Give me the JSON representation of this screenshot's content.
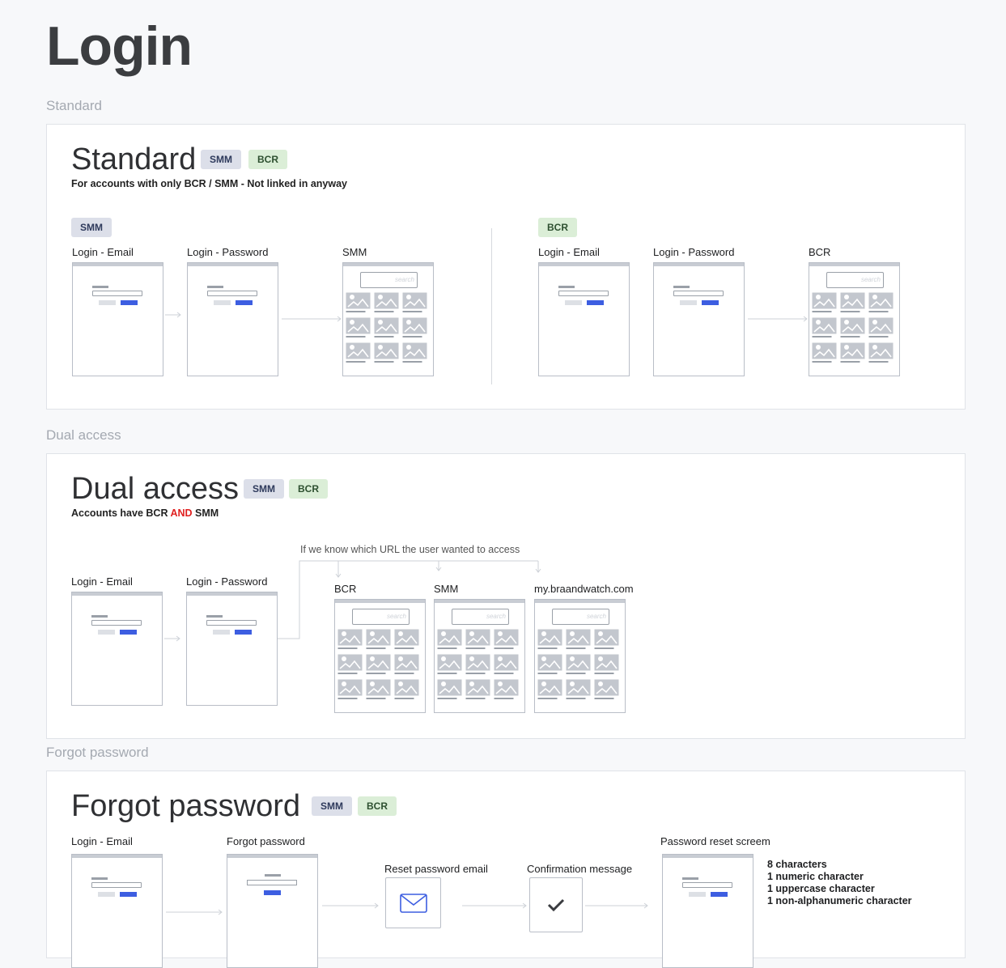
{
  "page": {
    "title": "Login"
  },
  "sections": {
    "standard_label": "Standard",
    "dual_label": "Dual access",
    "forgot_label": "Forgot password"
  },
  "badges": {
    "smm": "SMM",
    "bcr": "BCR"
  },
  "standard": {
    "title": "Standard",
    "subtitle": "For accounts with only BCR / SMM - Not linked in anyway",
    "left": {
      "badge": "SMM",
      "steps": [
        "Login - Email",
        "Login - Password",
        "SMM"
      ]
    },
    "right": {
      "badge": "BCR",
      "steps": [
        "Login - Email",
        "Login - Password",
        "BCR"
      ]
    }
  },
  "dual": {
    "title": "Dual access",
    "subtitle_pre": "Accounts have BCR ",
    "subtitle_highlight": "AND",
    "subtitle_post": " SMM",
    "note": "If we know which URL the user wanted to access",
    "steps": [
      "Login - Email",
      "Login - Password"
    ],
    "targets": [
      "BCR",
      "SMM",
      "my.braandwatch.com"
    ]
  },
  "forgot": {
    "title": "Forgot password",
    "steps": [
      "Login - Email",
      "Forgot password",
      "Reset password email",
      "Confirmation message",
      "Password reset screem"
    ],
    "requirements": [
      "8 characters",
      "1 numeric character",
      "1 uppercase character",
      "1 non-alphanumeric character"
    ]
  },
  "search_placeholder": "search",
  "colors": {
    "accent": "#3d5ee1",
    "smm_badge": "#dcdfe9",
    "bcr_badge": "#dbeed7",
    "highlight": "#e02020"
  },
  "icons": [
    "mail-icon",
    "check-icon",
    "image-placeholder-icon"
  ]
}
